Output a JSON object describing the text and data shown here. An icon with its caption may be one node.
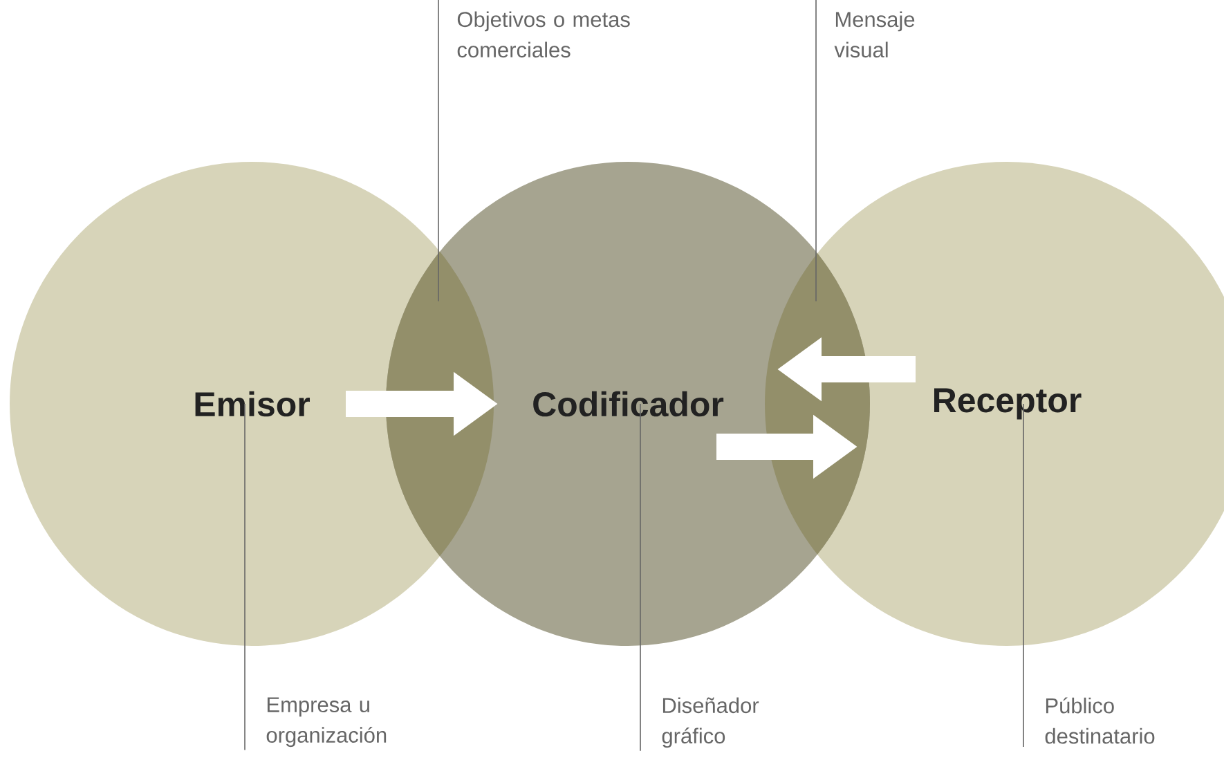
{
  "diagram": {
    "nodes": [
      {
        "text": [
          "Emisor"
        ]
      },
      {
        "text": [
          "Codificador"
        ]
      },
      {
        "text": [
          "Receptor"
        ]
      },
      {
        "text": [
          "Objetivos o metas comerciales"
        ]
      },
      {
        "text": [
          "Mensaje visual"
        ]
      },
      {
        "text": [
          "Empresa u organización"
        ]
      },
      {
        "text": [
          "Diseñador gráfico"
        ]
      },
      {
        "text": [
          "Público destinatario"
        ]
      }
    ],
    "edges": [
      {
        "from": 0,
        "to": 1,
        "arrow": "to",
        "style": "thick",
        "color": "#ffffff"
      },
      {
        "from": 2,
        "to": 1,
        "arrow": "to",
        "style": "thick",
        "color": "#ffffff"
      },
      {
        "from": 1,
        "to": 2,
        "arrow": "to",
        "style": "thick",
        "color": "#ffffff"
      },
      {
        "from": 3,
        "to": 1,
        "arrow": "none"
      },
      {
        "from": 4,
        "to": 1,
        "arrow": "none"
      },
      {
        "from": 5,
        "to": 0,
        "arrow": "none"
      },
      {
        "from": 6,
        "to": 1,
        "arrow": "none"
      },
      {
        "from": 7,
        "to": 2,
        "arrow": "none"
      }
    ]
  }
}
